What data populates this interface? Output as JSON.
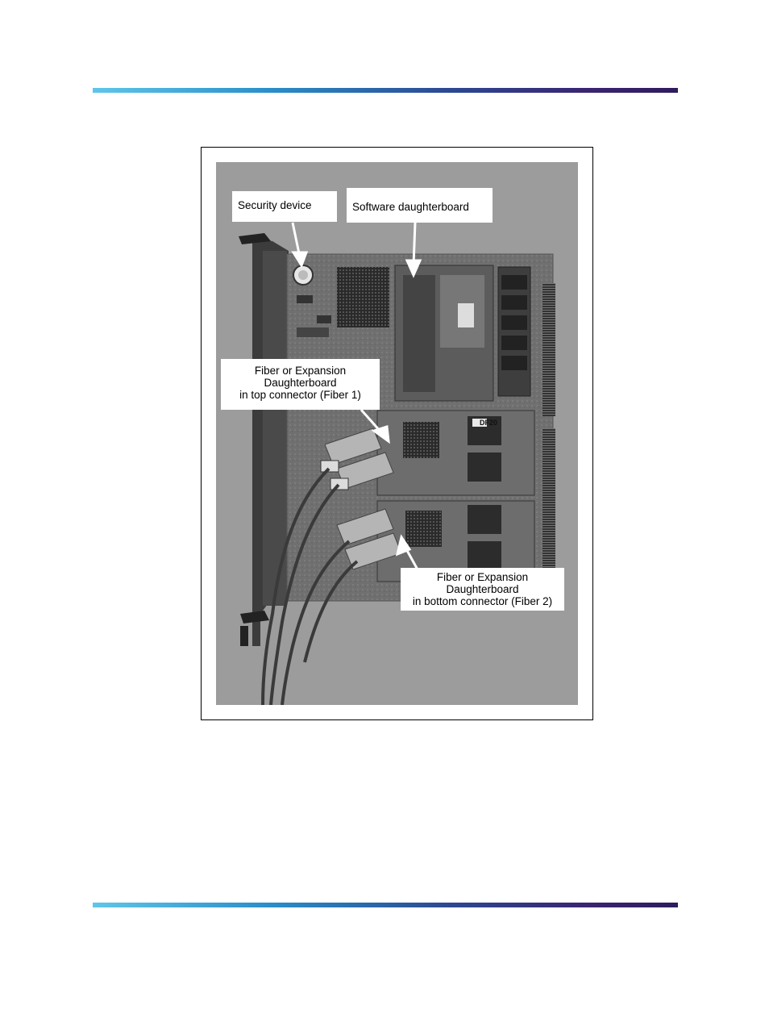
{
  "header": {
    "rule_color_start": "#5fc6e8",
    "rule_color_end": "#2e1c5c"
  },
  "figure": {
    "callouts": {
      "security_device": "Security device",
      "software_daughterboard": "Software daughterboard",
      "fiber_top": {
        "line1": "Fiber or Expansion",
        "line2": "Daughterboard",
        "line3": "in top connector (Fiber 1)"
      },
      "fiber_bottom": {
        "line1": "Fiber or Expansion",
        "line2": "Daughterboard",
        "line3": "in bottom connector (Fiber 2)"
      }
    },
    "chip_label": "DF20"
  },
  "footer": {
    "rule_color_start": "#5fc6e8",
    "rule_color_end": "#2e1c5c"
  }
}
